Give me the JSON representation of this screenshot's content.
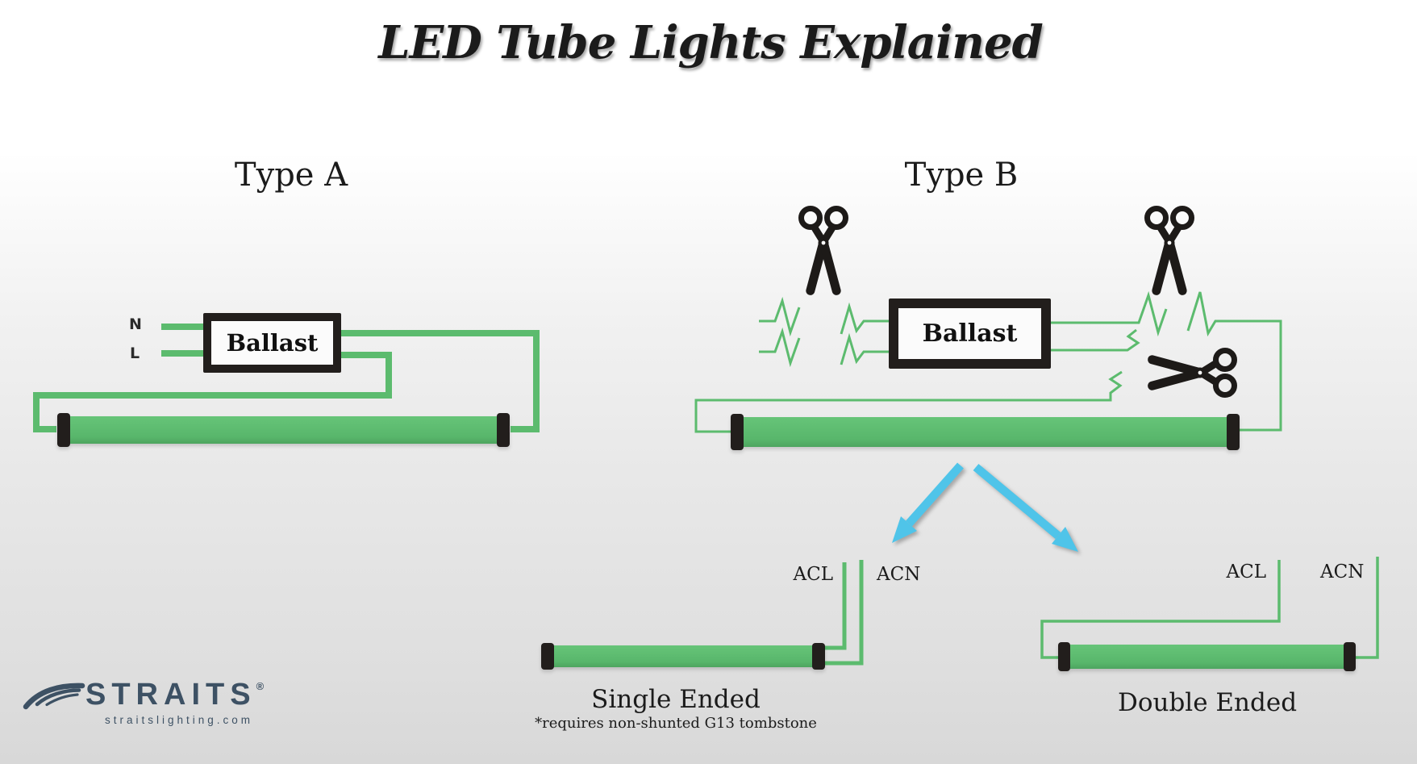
{
  "title": "LED Tube Lights Explained",
  "colors": {
    "wire-green": "#5cbb6e",
    "tube-green-light": "#63c276",
    "tube-green-dark": "#54b166",
    "cap-black": "#221e1c",
    "arrow-blue": "#4fc4e9",
    "logo-navy": "#3d5164",
    "text-black": "#1b1b1b"
  },
  "type_a": {
    "heading": "Type A",
    "neutral_label": "N",
    "line_label": "L",
    "ballast_label": "Ballast"
  },
  "type_b": {
    "heading": "Type B",
    "ballast_label": "Ballast"
  },
  "outcomes": {
    "single_ended": {
      "acl_label": "ACL",
      "acn_label": "ACN",
      "title": "Single Ended",
      "footnote": "*requires non-shunted G13 tombstone"
    },
    "double_ended": {
      "acl_label": "ACL",
      "acn_label": "ACN",
      "title": "Double Ended"
    }
  },
  "logo": {
    "brand": "STRAITS",
    "registered": "®",
    "website": "straitslighting.com"
  }
}
